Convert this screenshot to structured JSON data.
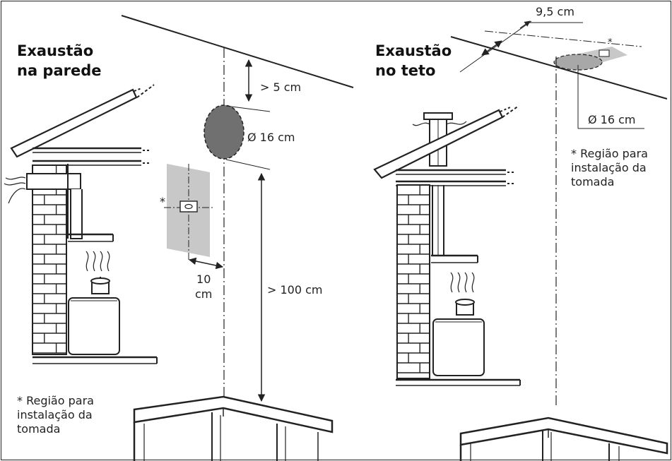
{
  "colors": {
    "line": "#222222",
    "duct_fill": "#707070",
    "ceiling_spot_fill": "#a8a8a8",
    "socket_zone_fill": "#c8c8c8",
    "background": "#ffffff"
  },
  "icons": [
    "smoke-icon",
    "pot-icon",
    "socket-icon"
  ],
  "left": {
    "title_line1": "Exaustão",
    "title_line2": "na parede",
    "dim_top_gap": "> 5 cm",
    "dim_duct_diameter": "Ø 16 cm",
    "dim_height": "> 100 cm",
    "dim_offset_line1": "10",
    "dim_offset_line2": "cm",
    "socket_marker": "*",
    "note_line1": "* Região para",
    "note_line2": "instalação da",
    "note_line3": "tomada"
  },
  "right": {
    "title_line1": "Exaustão",
    "title_line2": "no teto",
    "dim_offset": "9,5 cm",
    "dim_duct_diameter": "Ø 16 cm",
    "socket_marker": "*",
    "note_line1": "* Região para",
    "note_line2": "instalação da",
    "note_line3": "tomada"
  }
}
